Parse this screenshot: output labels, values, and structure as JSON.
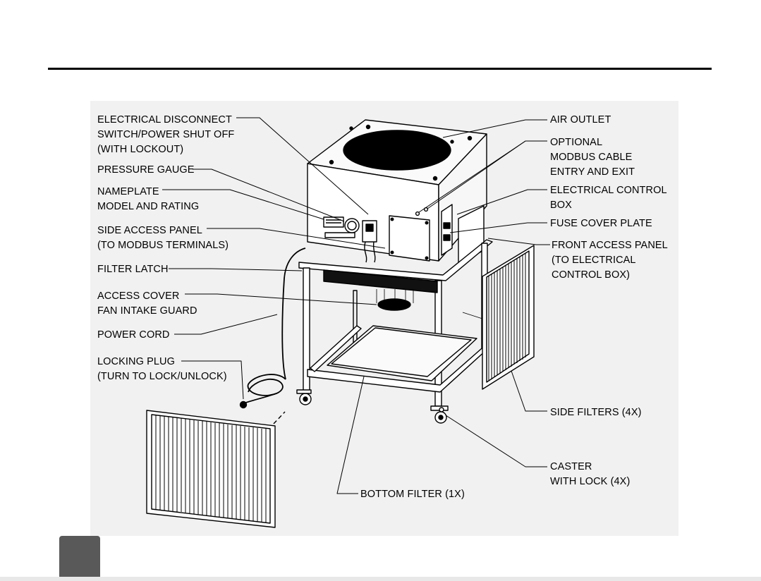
{
  "colors": {
    "panel": "#f1f1f1",
    "tab": "#595959",
    "ink": "#000000"
  },
  "callouts": {
    "electrical_disconnect": [
      "ELECTRICAL DISCONNECT",
      "SWITCH/POWER SHUT OFF",
      "(WITH LOCKOUT)"
    ],
    "pressure_gauge": [
      "PRESSURE GAUGE"
    ],
    "nameplate": [
      "NAMEPLATE",
      "MODEL AND RATING"
    ],
    "side_access_panel": [
      "SIDE ACCESS PANEL",
      "(TO MODBUS TERMINALS)"
    ],
    "filter_latch": [
      "FILTER LATCH"
    ],
    "access_cover": [
      "ACCESS COVER",
      "FAN INTAKE GUARD"
    ],
    "power_cord": [
      "POWER CORD"
    ],
    "locking_plug": [
      "LOCKING PLUG",
      "(TURN TO LOCK/UNLOCK)"
    ],
    "air_outlet": [
      "AIR OUTLET"
    ],
    "optional_modbus": [
      "OPTIONAL",
      "MODBUS CABLE",
      "ENTRY AND EXIT"
    ],
    "electrical_control_box": [
      "ELECTRICAL CONTROL",
      "BOX"
    ],
    "fuse_cover_plate": [
      "FUSE COVER PLATE"
    ],
    "front_access_panel": [
      "FRONT ACCESS PANEL",
      "(TO ELECTRICAL",
      "CONTROL BOX)"
    ],
    "side_filters": [
      "SIDE FILTERS (4X)"
    ],
    "caster": [
      "CASTER",
      "WITH LOCK (4X)"
    ],
    "bottom_filter": [
      "BOTTOM FILTER (1X)"
    ]
  }
}
